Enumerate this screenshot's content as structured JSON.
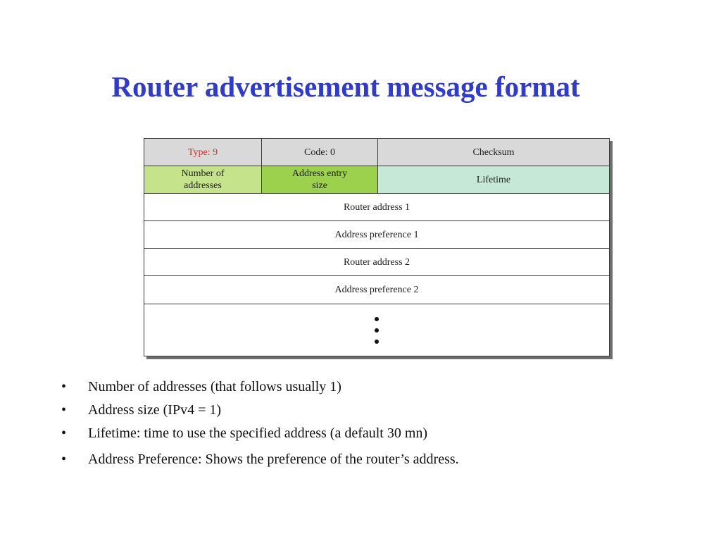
{
  "title": "Router advertisement message format",
  "diagram": {
    "row1": {
      "type": "Type: 9",
      "code": "Code: 0",
      "checksum": "Checksum"
    },
    "row2": {
      "num_addresses_line1": "Number of",
      "num_addresses_line2": "addresses",
      "entry_size_line1": "Address entry",
      "entry_size_line2": "size",
      "lifetime": "Lifetime"
    },
    "rows": [
      "Router address 1",
      "Address preference 1",
      "Router address 2",
      "Address preference 2"
    ],
    "colors": {
      "header": "#d9d9d9",
      "num_addresses": "#c5e38b",
      "entry_size": "#9bd14d",
      "lifetime": "#c6e8d7",
      "type_text": "#e3261a"
    }
  },
  "bullets": {
    "marker": "•",
    "items": [
      "Number of addresses (that follows usually 1)",
      "Address size (IPv4 = 1)",
      "Lifetime: time to use the specified address (a default 30 mn)",
      "Address Preference: Shows the preference of the router’s address."
    ]
  }
}
